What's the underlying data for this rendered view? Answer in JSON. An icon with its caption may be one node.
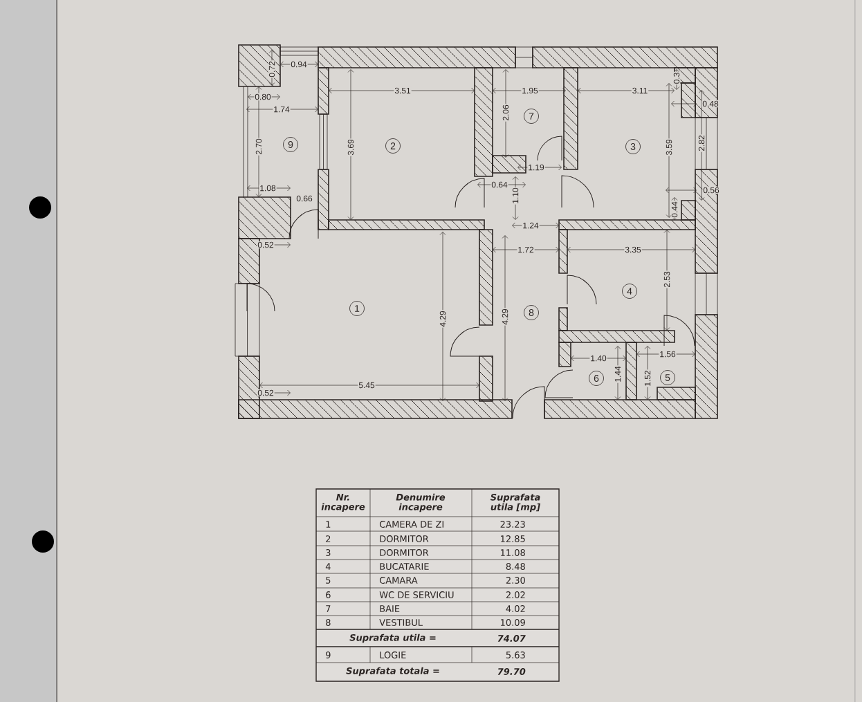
{
  "diagram": {
    "nodes": [
      {
        "text": [
          "1"
        ]
      },
      {
        "text": [
          "2"
        ]
      },
      {
        "text": [
          "3"
        ]
      },
      {
        "text": [
          "4"
        ]
      },
      {
        "text": [
          "5"
        ]
      },
      {
        "text": [
          "6"
        ]
      },
      {
        "text": [
          "7"
        ]
      },
      {
        "text": [
          "8"
        ]
      },
      {
        "text": [
          "9"
        ]
      }
    ],
    "labels": [
      "0.72",
      "0.94",
      "0.80",
      "3.51",
      "1.95",
      "3.11",
      "0.3",
      "0.48",
      "1.74",
      "2.06",
      "2.70",
      "3.69",
      "3.59",
      "2.82",
      "1.19",
      "0.64",
      "1.10",
      "1.08",
      "0.56",
      "0.66",
      "0.44",
      "1.24",
      "0.52",
      "1.72",
      "3.35",
      "2.53",
      "4.29",
      "4.29",
      "1.40",
      "1.56",
      "1.44",
      "1.52",
      "0.52",
      "5.45",
      "Nr. incapere",
      "Denumire incapere",
      "Suprafata utila [mp]",
      "1",
      "CAMERA DE ZI",
      "23.23",
      "2",
      "DORMITOR",
      "12.85",
      "3",
      "DORMITOR",
      "11.08",
      "4",
      "BUCATARIE",
      "8.48",
      "5",
      "CAMARA",
      "2.30",
      "6",
      "WC DE SERVICIU",
      "2.02",
      "7",
      "BAIE",
      "4.02",
      "8",
      "VESTIBUL",
      "10.09",
      "Suprafata utila =",
      "74.07",
      "9",
      "LOGIE",
      "5.63",
      "Suprafata totala =",
      "79.70"
    ]
  }
}
